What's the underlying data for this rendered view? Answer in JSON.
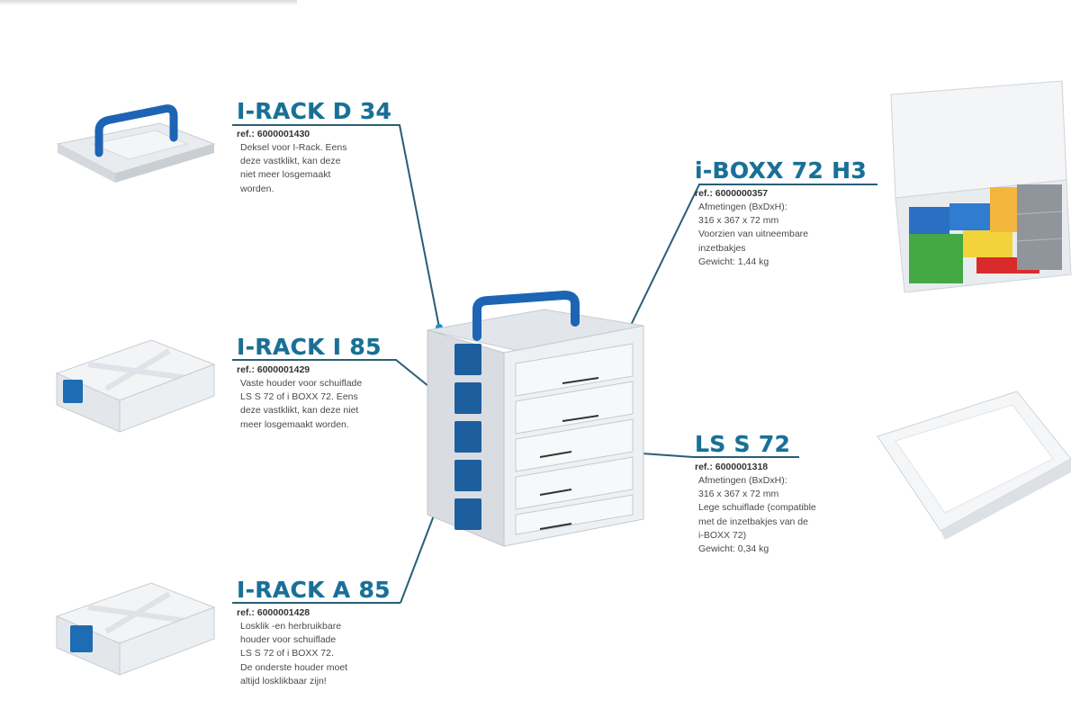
{
  "diagram": {
    "type": "product-overview",
    "center_product": "I-RACK assembled rack with 5 drawers",
    "accent_color": "#1b6f95",
    "line_color": "#2a5d78",
    "handle_color": "#1e64b4"
  },
  "labels": [
    {
      "id": "i-rack-d-34",
      "title": "I-RACK D 34",
      "ref": "ref.: 6000001430",
      "lines": [
        "Deksel voor I-Rack. Eens",
        "deze vastklikt, kan deze",
        "niet meer losgemaakt",
        "worden."
      ]
    },
    {
      "id": "i-rack-i-85",
      "title": "I-RACK I 85",
      "ref": "ref.: 6000001429",
      "lines": [
        "Vaste houder voor schuiflade",
        "LS S 72 of i BOXX 72. Eens",
        "deze vastklikt, kan deze niet",
        "meer losgemaakt worden."
      ]
    },
    {
      "id": "i-rack-a-85",
      "title": "I-RACK A 85",
      "ref": "ref.: 6000001428",
      "lines": [
        "Losklik -en herbruikbare",
        "houder voor schuiflade",
        "LS S 72 of i BOXX 72.",
        "De onderste houder moet",
        "altijd losklikbaar zijn!"
      ]
    },
    {
      "id": "i-boxx-72-h3",
      "title": "i-BOXX 72 H3",
      "ref": "ref.: 6000000357",
      "lines": [
        "Afmetingen (BxDxH):",
        "316 x 367 x 72 mm",
        "Voorzien van uitneembare",
        "inzetbakjes",
        "Gewicht: 1,44 kg"
      ]
    },
    {
      "id": "ls-s-72",
      "title": "LS S 72",
      "ref": "ref.: 6000001318",
      "lines": [
        "Afmetingen (BxDxH):",
        "316 x 367 x 72 mm",
        "Lege schuiflade (compatible",
        "met de inzetbakjes van de",
        "i-BOXX 72)",
        "Gewicht: 0,34 kg"
      ]
    }
  ],
  "images": [
    {
      "id": "lid-thumbnail",
      "depicts": "I-RACK D 34 lid with blue handle"
    },
    {
      "id": "fixed-holder-thumbnail",
      "depicts": "I-RACK I 85 fixed holder"
    },
    {
      "id": "removable-holder-thumbnail",
      "depicts": "I-RACK A 85 removable holder"
    },
    {
      "id": "iboxx-thumbnail",
      "depicts": "i-BOXX 72 H3 open with colored insert boxes"
    },
    {
      "id": "drawer-thumbnail",
      "depicts": "LS S 72 empty drawer"
    },
    {
      "id": "rack-center",
      "depicts": "Assembled I-RACK with five drawers"
    }
  ]
}
